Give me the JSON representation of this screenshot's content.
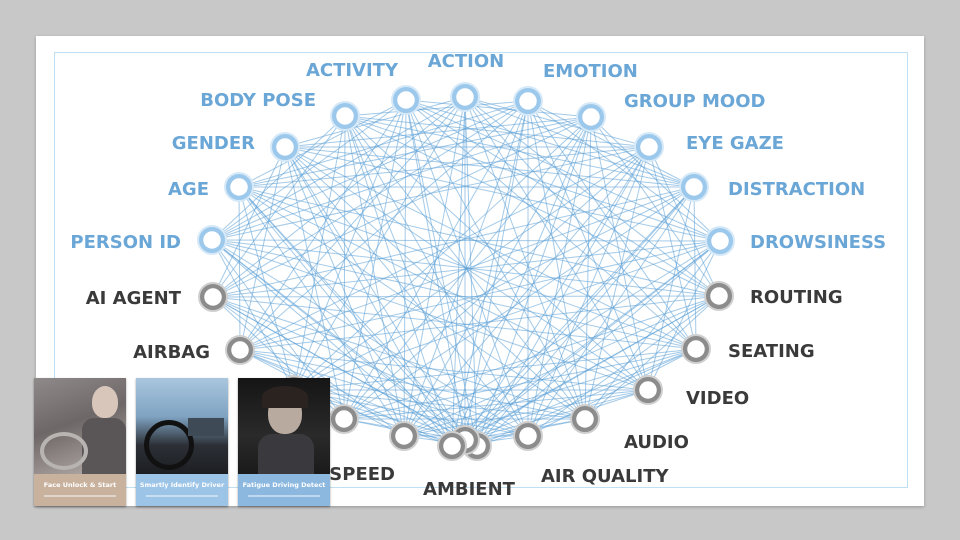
{
  "diagram": {
    "nodes": [
      {
        "label": "ACTION",
        "group": "blue"
      },
      {
        "label": "EMOTION",
        "group": "blue"
      },
      {
        "label": "GROUP MOOD",
        "group": "blue"
      },
      {
        "label": "EYE GAZE",
        "group": "blue"
      },
      {
        "label": "DISTRACTION",
        "group": "blue"
      },
      {
        "label": "DROWSINESS",
        "group": "blue"
      },
      {
        "label": "ROUTING",
        "group": "gray"
      },
      {
        "label": "SEATING",
        "group": "gray"
      },
      {
        "label": "VIDEO",
        "group": "gray"
      },
      {
        "label": "AUDIO",
        "group": "gray"
      },
      {
        "label": "AIR QUALITY",
        "group": "gray"
      },
      {
        "label": "",
        "group": "gray"
      },
      {
        "label": "AMBIENT",
        "group": "gray"
      },
      {
        "label": "",
        "group": "gray"
      },
      {
        "label": "SPEED",
        "group": "gray"
      },
      {
        "label": "",
        "group": "gray"
      },
      {
        "label": "",
        "group": "gray"
      },
      {
        "label": "AIRBAG",
        "group": "gray"
      },
      {
        "label": "AI AGENT",
        "group": "gray"
      },
      {
        "label": "PERSON ID",
        "group": "blue"
      },
      {
        "label": "AGE",
        "group": "blue"
      },
      {
        "label": "GENDER",
        "group": "blue"
      },
      {
        "label": "BODY POSE",
        "group": "blue"
      },
      {
        "label": "ACTIVITY",
        "group": "blue"
      }
    ],
    "colors": {
      "blue_label": "#6aa6d6",
      "gray_label": "#3a3a3a",
      "blue_ring": "#9cc8ec",
      "gray_ring": "#8c8c8c",
      "line": "#5a9fd6"
    }
  },
  "thumbnails": [
    {
      "caption": "Face Unlock & Start",
      "band_color": "#c8b29e"
    },
    {
      "caption": "Smartly Identify Driver",
      "band_color": "#9cc4e6"
    },
    {
      "caption": "Fatigue Driving Detect",
      "band_color": "#8cb8e0"
    }
  ]
}
